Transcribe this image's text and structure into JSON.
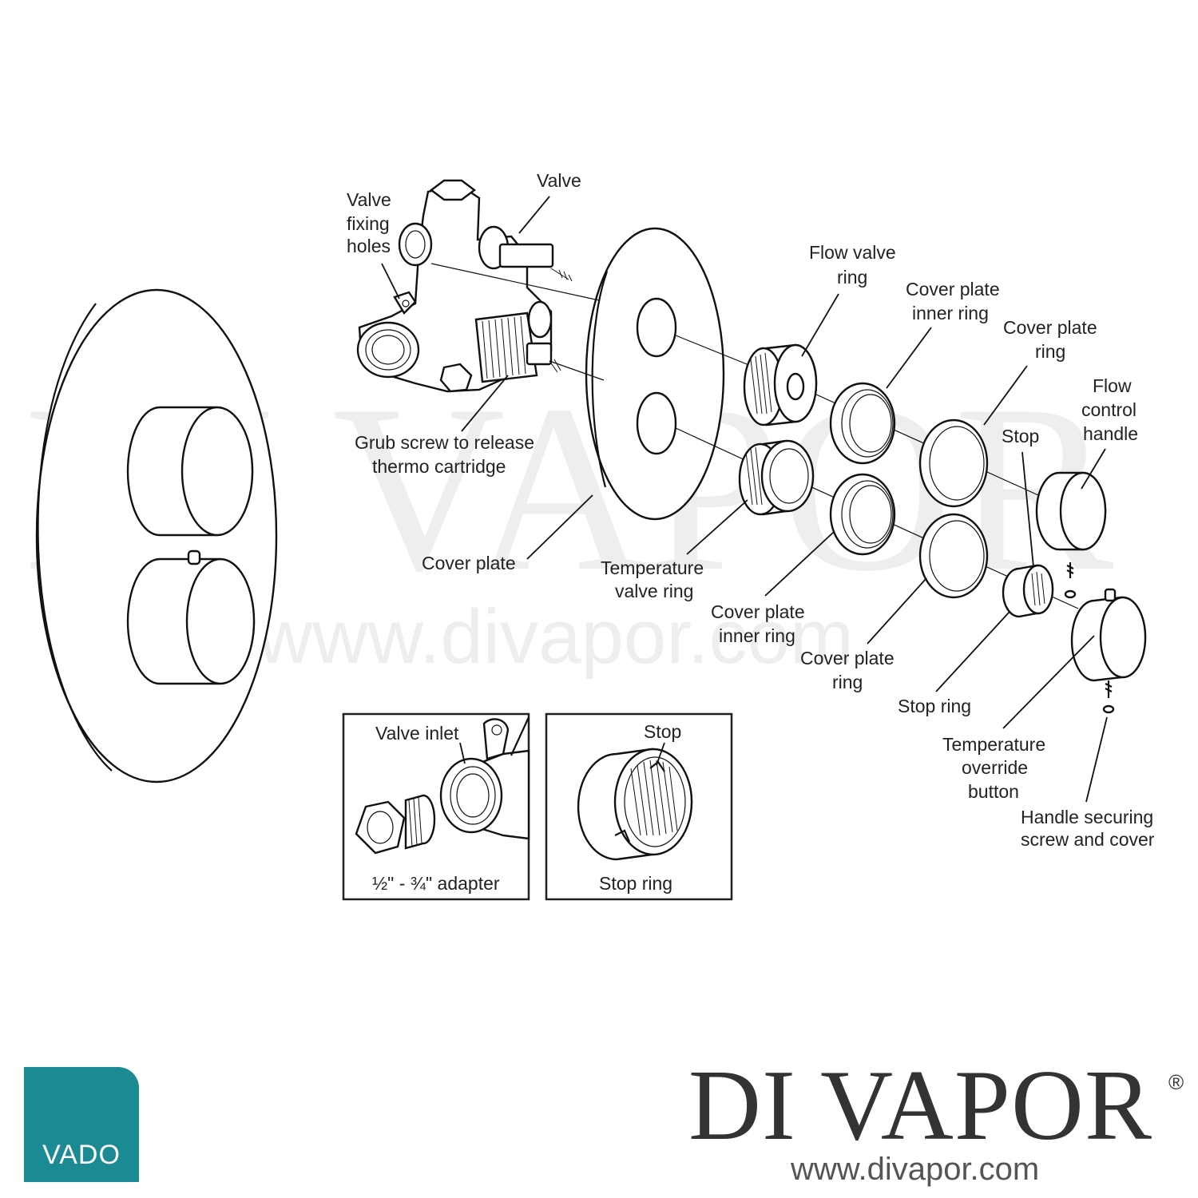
{
  "labels": {
    "valve": "Valve",
    "valve_fixing_holes": [
      "Valve",
      "fixing",
      "holes"
    ],
    "grub_screw": [
      "Grub screw to release",
      "thermo cartridge"
    ],
    "cover_plate": "Cover plate",
    "flow_valve_ring": [
      "Flow valve",
      "ring"
    ],
    "cover_plate_inner_ring_top": [
      "Cover plate",
      "inner ring"
    ],
    "cover_plate_ring_top": [
      "Cover plate",
      "ring"
    ],
    "flow_control_handle": [
      "Flow",
      "control",
      "handle"
    ],
    "stop": "Stop",
    "temperature_valve_ring": [
      "Temperature",
      "valve ring"
    ],
    "cover_plate_inner_ring_bottom": [
      "Cover plate",
      "inner ring"
    ],
    "cover_plate_ring_bottom": [
      "Cover plate",
      "ring"
    ],
    "stop_ring": "Stop ring",
    "temperature_override_button": [
      "Temperature",
      "override",
      "button"
    ],
    "handle_securing_screw": [
      "Handle securing",
      "screw and cover"
    ]
  },
  "inset_left": {
    "valve_inlet": "Valve inlet",
    "adapter": "½\" - ¾\" adapter"
  },
  "inset_right": {
    "stop": "Stop",
    "stop_ring": "Stop ring"
  },
  "watermark": {
    "big": "DI VAPOR",
    "url": "www.divapor.com"
  },
  "brand": {
    "vado": "VADO",
    "name": "DI VAPOR",
    "registered": "®",
    "url": "www.divapor.com"
  },
  "colors": {
    "vado_teal": "#1b8a93",
    "ink": "#111111",
    "watermark": "#eeeeee"
  }
}
